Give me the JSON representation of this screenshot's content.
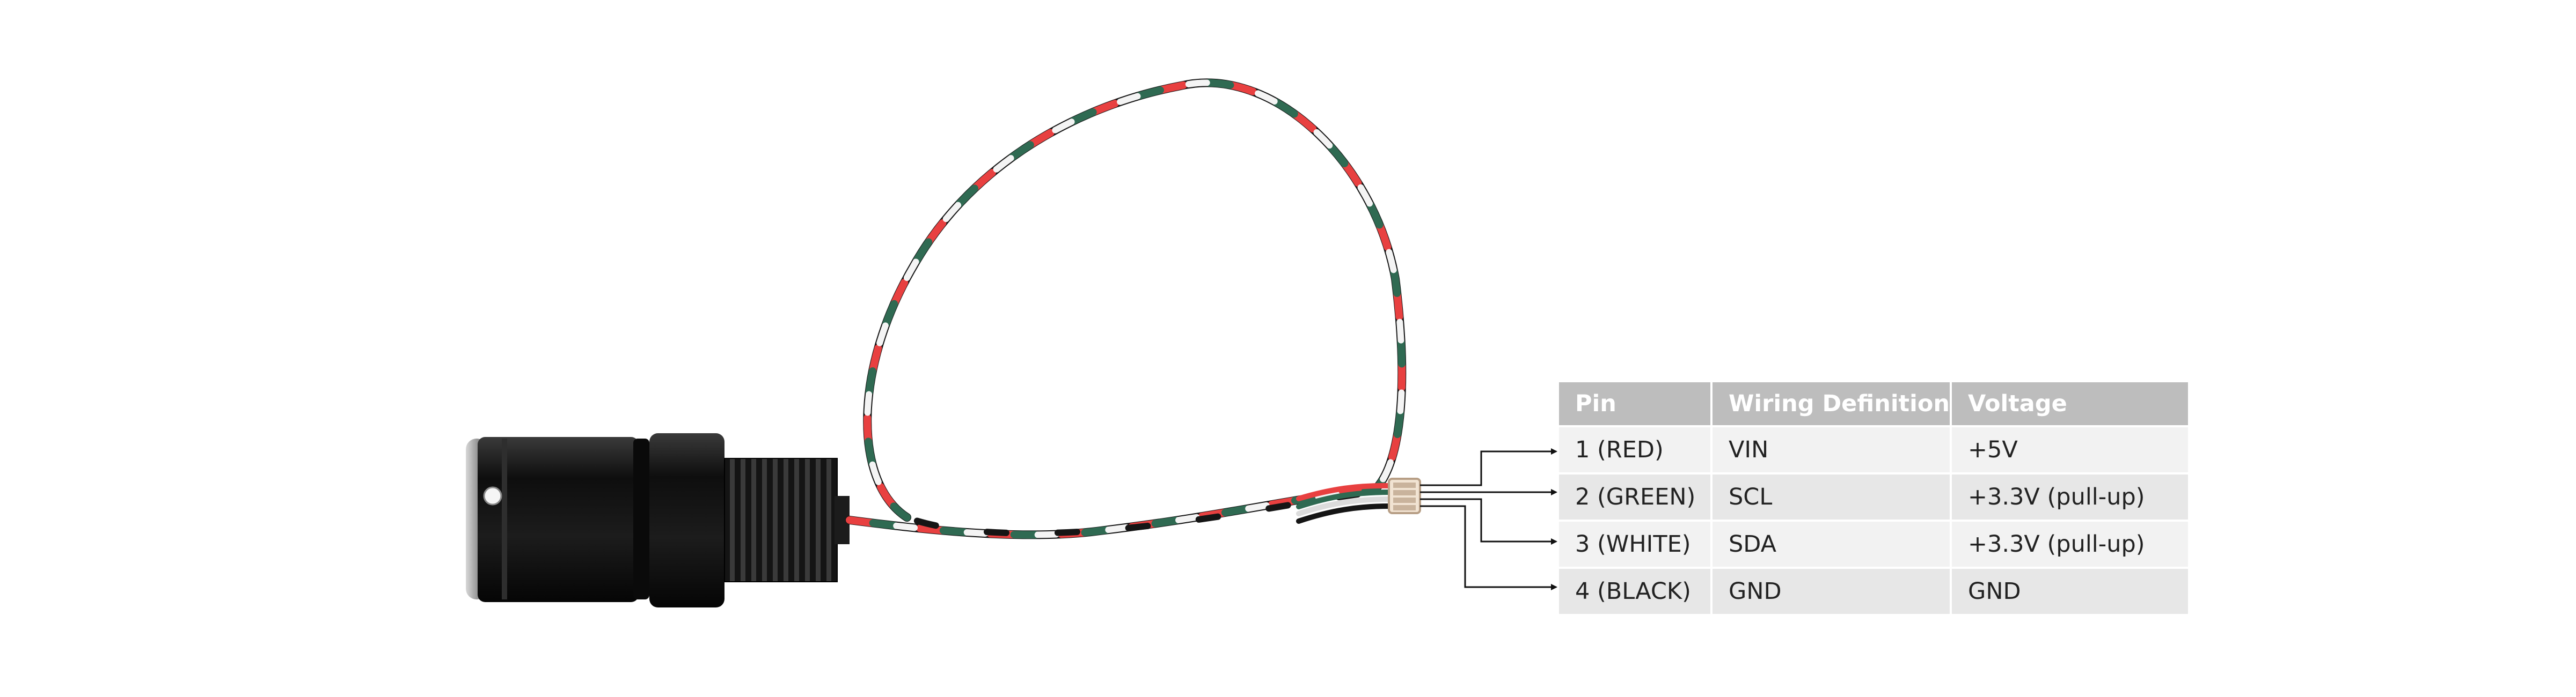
{
  "table": {
    "headers": [
      "Pin",
      "Wiring Definition",
      "Voltage"
    ],
    "rows": [
      {
        "pin": "1 (RED)",
        "definition": "VIN",
        "voltage": "+5V"
      },
      {
        "pin": "2 (GREEN)",
        "definition": "SCL",
        "voltage": "+3.3V (pull-up)"
      },
      {
        "pin": "3 (WHITE)",
        "definition": "SDA",
        "voltage": "+3.3V (pull-up)"
      },
      {
        "pin": "4 (BLACK)",
        "definition": "GND",
        "voltage": "GND"
      }
    ]
  },
  "colors": {
    "wire_red": "#e84040",
    "wire_green": "#2f6a52",
    "wire_white": "#f4f4f4",
    "wire_black": "#151515",
    "sensor_body": "#161616",
    "connector": "#f1e3d2",
    "table_header": "#bdbdbd"
  }
}
